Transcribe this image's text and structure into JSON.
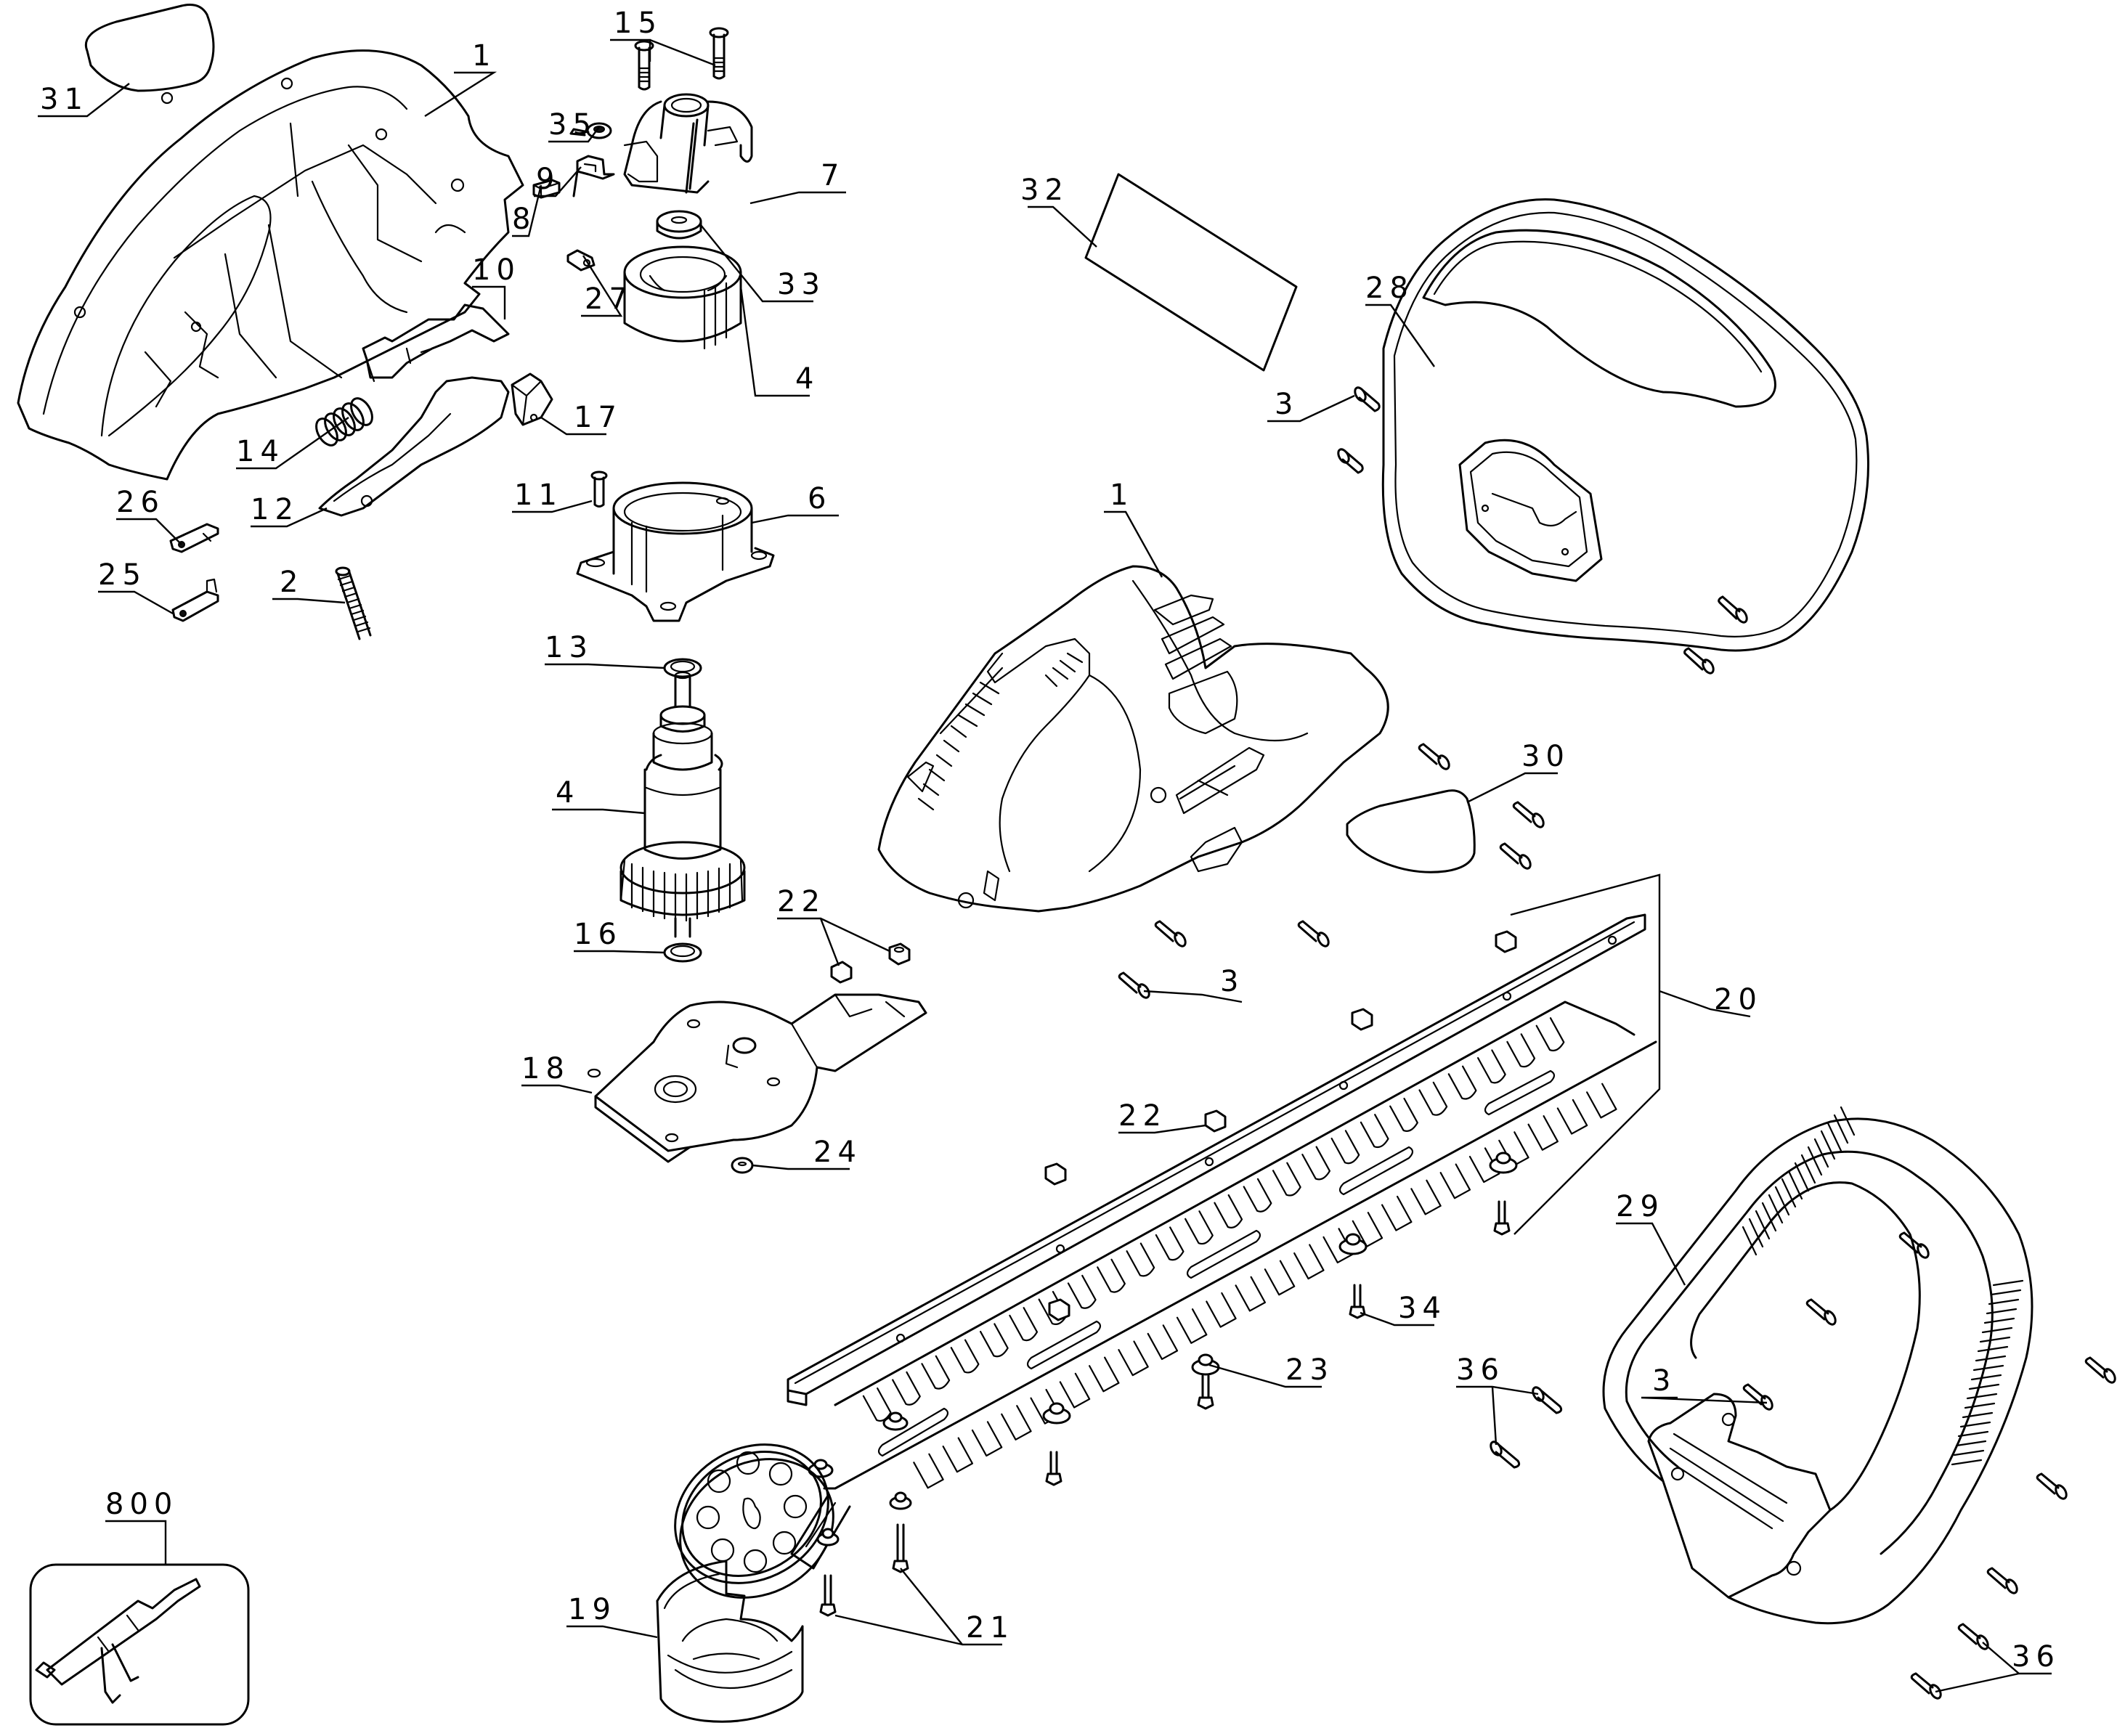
{
  "diagram": {
    "type": "exploded-parts-diagram",
    "subject": "Electric hedge trimmer",
    "line_color": "#000000",
    "background": "#ffffff",
    "callouts": {
      "c1_top": "1",
      "c1_housing": "1",
      "c2": "2",
      "c3_a": "3",
      "c3_b": "3",
      "c3_c": "3",
      "c4_stator": "4",
      "c4_armature": "4",
      "c6": "6",
      "c7": "7",
      "c8": "8",
      "c9": "9",
      "c10": "10",
      "c11": "11",
      "c12": "12",
      "c13": "13",
      "c14": "14",
      "c15": "15",
      "c16": "16",
      "c17": "17",
      "c18": "18",
      "c19": "19",
      "c20": "20",
      "c21": "21",
      "c22_a": "22",
      "c22_b": "22",
      "c23": "23",
      "c24": "24",
      "c25": "25",
      "c26": "26",
      "c27": "27",
      "c28": "28",
      "c29": "29",
      "c30": "30",
      "c31": "31",
      "c32": "32",
      "c33": "33",
      "c34": "34",
      "c35": "35",
      "c36_a": "36",
      "c36_b": "36",
      "c800": "800"
    },
    "parts": [
      {
        "number": "1",
        "name": "housing-half"
      },
      {
        "number": "2",
        "name": "spring"
      },
      {
        "number": "3",
        "name": "screw"
      },
      {
        "number": "4",
        "name": "stator / armature"
      },
      {
        "number": "6",
        "name": "motor-bracket"
      },
      {
        "number": "7",
        "name": "brush-holder"
      },
      {
        "number": "8",
        "name": "carbon-brush"
      },
      {
        "number": "9",
        "name": "brush-terminal"
      },
      {
        "number": "10",
        "name": "lock-off-slide"
      },
      {
        "number": "11",
        "name": "screw"
      },
      {
        "number": "12",
        "name": "trigger"
      },
      {
        "number": "13",
        "name": "washer"
      },
      {
        "number": "14",
        "name": "spring"
      },
      {
        "number": "15",
        "name": "screw"
      },
      {
        "number": "16",
        "name": "washer"
      },
      {
        "number": "17",
        "name": "switch"
      },
      {
        "number": "18",
        "name": "gear-case"
      },
      {
        "number": "19",
        "name": "gear-cover"
      },
      {
        "number": "20",
        "name": "blade-assembly"
      },
      {
        "number": "21",
        "name": "bolt"
      },
      {
        "number": "22",
        "name": "nut"
      },
      {
        "number": "23",
        "name": "spacer"
      },
      {
        "number": "24",
        "name": "spacer"
      },
      {
        "number": "25",
        "name": "terminal"
      },
      {
        "number": "26",
        "name": "terminal"
      },
      {
        "number": "27",
        "name": "clip"
      },
      {
        "number": "28",
        "name": "hand-guard"
      },
      {
        "number": "29",
        "name": "front-handle"
      },
      {
        "number": "30",
        "name": "label"
      },
      {
        "number": "31",
        "name": "label"
      },
      {
        "number": "32",
        "name": "label"
      },
      {
        "number": "33",
        "name": "bearing"
      },
      {
        "number": "34",
        "name": "bolt"
      },
      {
        "number": "35",
        "name": "brush-spring"
      },
      {
        "number": "36",
        "name": "screw"
      },
      {
        "number": "800",
        "name": "cord-retainer-assembly"
      }
    ]
  }
}
